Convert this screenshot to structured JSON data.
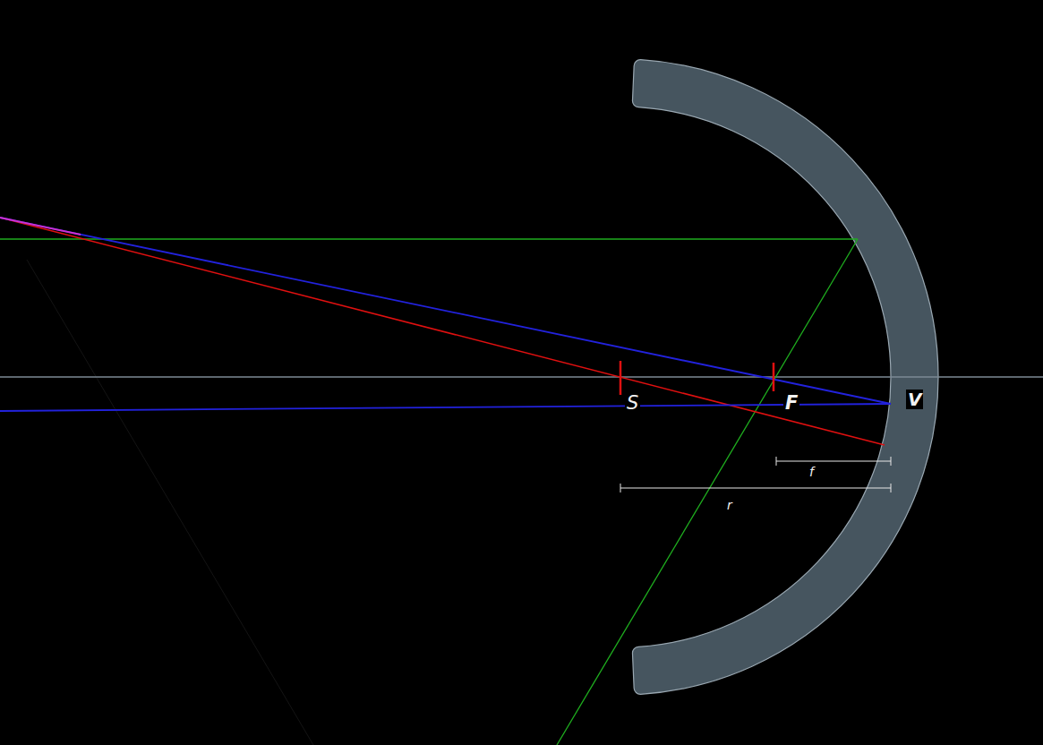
{
  "diagram": {
    "labels": [
      "S",
      "F",
      "V",
      "f",
      "r"
    ]
  }
}
